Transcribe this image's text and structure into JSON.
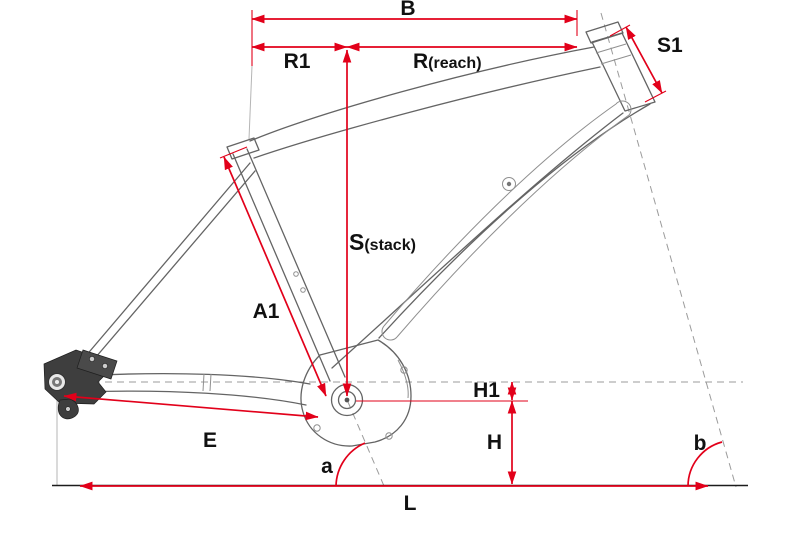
{
  "diagram": {
    "subject": "bicycle-frame-geometry",
    "colors": {
      "dimension_red": "#e2001a",
      "label_black": "#111111",
      "frame_gray": "#646464",
      "construction_gray": "#9b9b9b",
      "ground_black": "#1c1c1c"
    },
    "labels": {
      "b_top": "B",
      "r1": "R1",
      "reach_main": "R",
      "reach_sub": "(reach)",
      "s1": "S1",
      "stack_main": "S",
      "stack_sub": "(stack)",
      "a1": "A1",
      "h1": "H1",
      "h": "H",
      "e": "E",
      "l": "L",
      "angle_a": "a",
      "angle_b": "b"
    }
  }
}
